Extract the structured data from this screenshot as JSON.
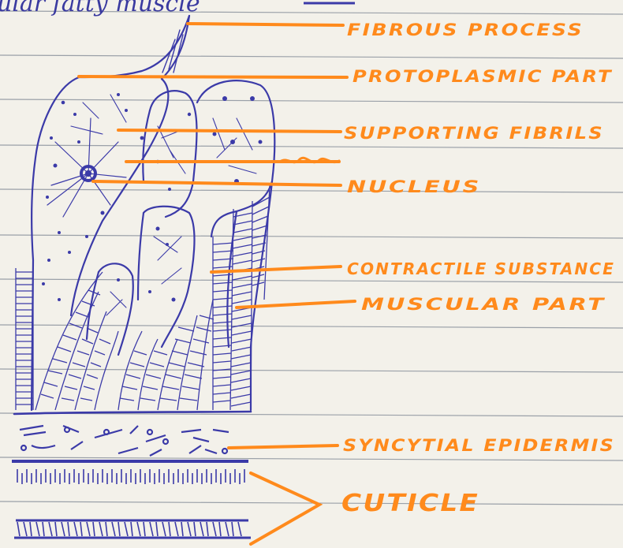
{
  "page": {
    "title_fragment": "ular fatty muscle",
    "paper_color": "#f3f1ea",
    "rule_color": "#9aa0a8",
    "ink_color": "#3b3aa8",
    "label_color": "#ff8a1c"
  },
  "labels": [
    {
      "id": "fibrous",
      "text": "FIBROUS PROCESS"
    },
    {
      "id": "protoplasmic",
      "text": "PROTOPLASMIC PART"
    },
    {
      "id": "fibrils",
      "text": "SUPPORTING FIBRILS"
    },
    {
      "id": "nucleus",
      "text": "NUCLEUS"
    },
    {
      "id": "contractile",
      "text": "CONTRACTILE SUBSTANCE"
    },
    {
      "id": "muscular",
      "text": "MUSCULAR PART"
    },
    {
      "id": "syncytial",
      "text": "SYNCYTIAL EPIDERMIS"
    },
    {
      "id": "cuticle",
      "text": "CUTICLE"
    }
  ]
}
